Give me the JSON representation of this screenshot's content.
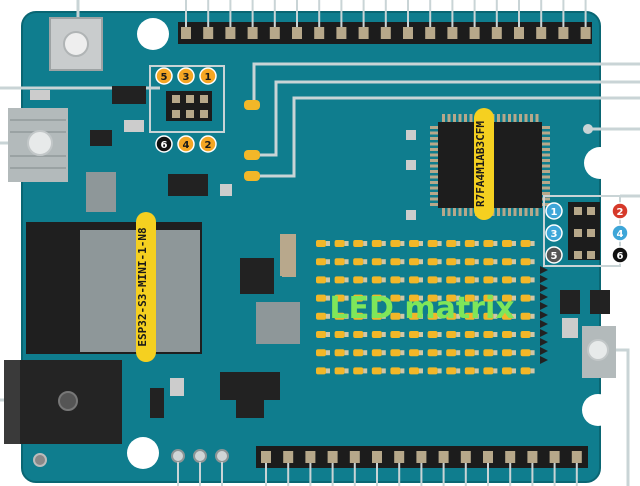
{
  "colors": {
    "board": "#0f7d8e",
    "board_edge": "#0a6673",
    "header_black": "#1c1c1c",
    "pin_gold": "#b7a88a",
    "led_yellow": "#f2b728",
    "label_yellow": "#f5d020",
    "callout_line": "#c9d4d6",
    "matrix_text": "#7ee65a",
    "chip_body": "#1d1d1d",
    "module_grey": "#8e9799",
    "module_dark": "#2b2b2b"
  },
  "labels": {
    "mcu": "R7FA4M1AB3CFM",
    "esp": "ESP32-S3-MINI-1-N8",
    "matrix": "LED matrix"
  },
  "icsp_left": {
    "top_row": [
      "5",
      "3",
      "1"
    ],
    "bottom_row": [
      "6",
      "4",
      "2"
    ],
    "top_colors": [
      "#f5a623",
      "#f5a623",
      "#f5a623"
    ],
    "bottom_colors": [
      "#111111",
      "#f5a623",
      "#f5a623"
    ]
  },
  "icsp_right": {
    "left_col": [
      "1",
      "3",
      "5"
    ],
    "right_col": [
      "2",
      "4",
      "6"
    ],
    "left_colors": [
      "#3ea6d8",
      "#3ea6d8",
      "#555555"
    ],
    "right_colors": [
      "#d63a2a",
      "#3ea6d8",
      "#111111"
    ]
  },
  "icons": {
    "reset_button": "reset-button-icon",
    "usb_c": "usb-c-connector-icon",
    "dc_jack": "dc-power-jack-icon",
    "led_matrix": "led-matrix-icon"
  }
}
